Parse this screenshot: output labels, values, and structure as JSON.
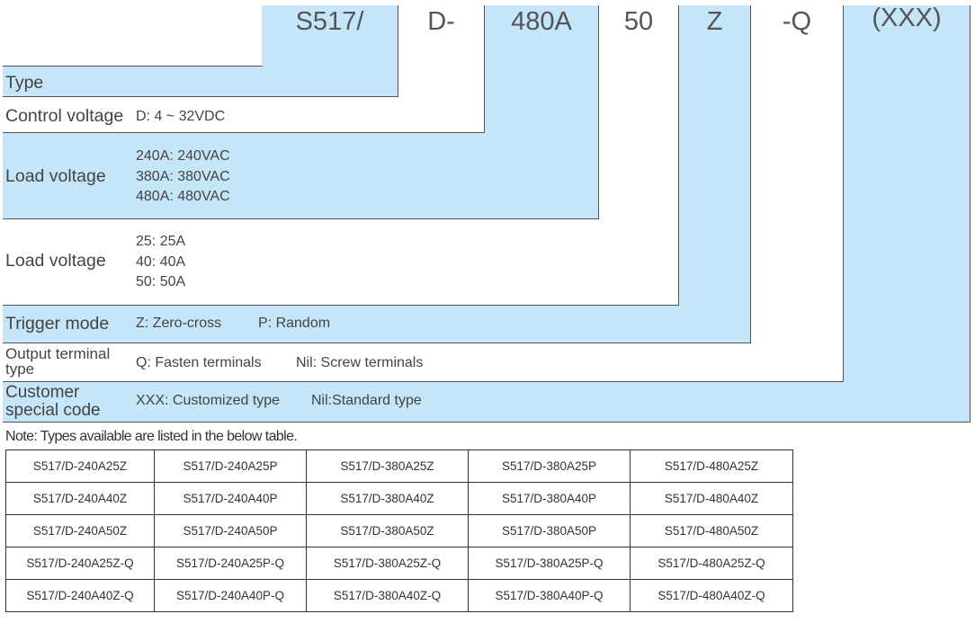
{
  "codes": {
    "series": "S517/",
    "control": "D-",
    "load_voltage": "480A",
    "load_current": "50",
    "trigger": "Z",
    "terminal": "-Q",
    "special": "(XXX)"
  },
  "rows": {
    "type": {
      "label": "Type"
    },
    "control_voltage": {
      "label": "Control voltage",
      "value": "D: 4 ~ 32VDC"
    },
    "load_voltage": {
      "label": "Load voltage",
      "values": [
        "240A: 240VAC",
        "380A: 380VAC",
        "480A: 480VAC"
      ]
    },
    "load_current": {
      "label": "Load voltage",
      "values": [
        "25: 25A",
        "40: 40A",
        "50: 50A"
      ]
    },
    "trigger_mode": {
      "label": "Trigger mode",
      "value1": "Z: Zero-cross",
      "value2": "P: Random"
    },
    "output_terminal": {
      "label_line1": "Output terminal",
      "label_line2": "type",
      "value1": "Q: Fasten terminals",
      "value2": "Nil: Screw terminals"
    },
    "customer_code": {
      "label_line1": "Customer",
      "label_line2": "special code",
      "value1": "XXX: Customized type",
      "value2": "Nil:Standard type"
    }
  },
  "note": "Note: Types available are listed in the below table.",
  "models": [
    [
      "S517/D-240A25Z",
      "S517/D-240A25P",
      "S517/D-380A25Z",
      "S517/D-380A25P",
      "S517/D-480A25Z"
    ],
    [
      "S517/D-240A40Z",
      "S517/D-240A40P",
      "S517/D-380A40Z",
      "S517/D-380A40P",
      "S517/D-480A40Z"
    ],
    [
      "S517/D-240A50Z",
      "S517/D-240A50P",
      "S517/D-380A50Z",
      "S517/D-380A50P",
      "S517/D-480A50Z"
    ],
    [
      "S517/D-240A25Z-Q",
      "S517/D-240A25P-Q",
      "S517/D-380A25Z-Q",
      "S517/D-380A25P-Q",
      "S517/D-480A25Z-Q"
    ],
    [
      "S517/D-240A40Z-Q",
      "S517/D-240A40P-Q",
      "S517/D-380A40Z-Q",
      "S517/D-380A40P-Q",
      "S517/D-480A40Z-Q"
    ]
  ]
}
